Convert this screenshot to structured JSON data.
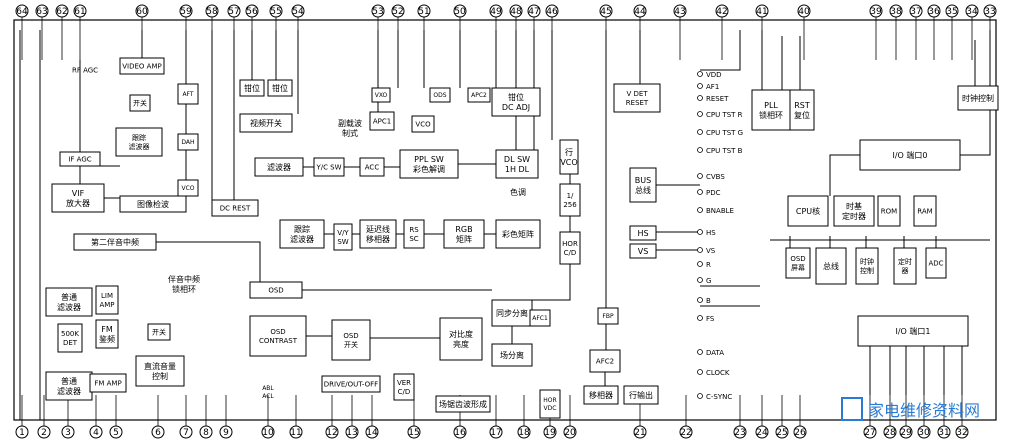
{
  "pins_top": [
    "64",
    "63",
    "62",
    "61",
    "60",
    "59",
    "58",
    "57",
    "56",
    "55",
    "54",
    "53",
    "52",
    "51",
    "50",
    "49",
    "48",
    "47",
    "46",
    "45",
    "44",
    "43",
    "42",
    "41",
    "40",
    "39",
    "38",
    "37",
    "36",
    "35",
    "34",
    "33"
  ],
  "pins_bottom": [
    "1",
    "2",
    "3",
    "4",
    "5",
    "6",
    "7",
    "8",
    "9",
    "10",
    "11",
    "12",
    "13",
    "14",
    "15",
    "16",
    "17",
    "18",
    "19",
    "20",
    "21",
    "22",
    "23",
    "24",
    "25",
    "26",
    "27",
    "28",
    "29",
    "30",
    "31",
    "32"
  ],
  "blocks": {
    "rf_agc": "RF AGC",
    "video_amp": "VIDEO AMP",
    "switch_top": "开关",
    "tracking_filter_top": [
      "跟踪",
      "滤波器"
    ],
    "aft_block": "AFT",
    "dah": "DAH",
    "vco_left": "VCO",
    "if_agc": "IF AGC",
    "vif_amp": [
      "VIF",
      "放大器"
    ],
    "image_detect": "图像检波",
    "dc_rest": "DC REST",
    "second_sound_if": "第二伴音中频",
    "clamp1": "钳位",
    "clamp2": "钳位",
    "video_switch": "视频开关",
    "vxo": "VXO",
    "ods": "ODS",
    "apc2": "APC2",
    "apc1": "APC1",
    "subcarrier_mode": [
      "副载波",
      "制式"
    ],
    "vco_mid": "VCO",
    "clamp_dc_adj": [
      "钳位",
      "DC ADJ"
    ],
    "filter_mid": "滤波器",
    "yc_sw": "Y/C SW",
    "acc": "ACC",
    "ppl_sw": [
      "PPL SW",
      "彩色解调"
    ],
    "dl_sw": [
      "DL SW",
      "1H DL"
    ],
    "h_vco": [
      "行",
      "VCO"
    ],
    "div_256": [
      "1/",
      "256"
    ],
    "hue": "色调",
    "tracking_filter_mid": [
      "跟踪",
      "滤波器"
    ],
    "vy_sw": [
      "V/Y",
      "SW"
    ],
    "delay_phase": [
      "延迟线",
      "移相器"
    ],
    "rs_sc": [
      "RS",
      "SC"
    ],
    "rgb_matrix": [
      "RGB",
      "矩阵"
    ],
    "color_matrix": "彩色矩阵",
    "hdr_cd": [
      "HOR",
      "C/D"
    ],
    "sound_if_pll": [
      "伴音中频",
      "锁相环"
    ],
    "filter_a": [
      "普通",
      "滤波器"
    ],
    "lim_amp": [
      "LIM",
      "AMP"
    ],
    "fm_detect": [
      "FM",
      "鉴频"
    ],
    "det_500k": [
      "500K",
      "DET"
    ],
    "filter_b": [
      "普通",
      "滤波器"
    ],
    "fm_amp": "FM AMP",
    "switch_bottom": "开关",
    "dc_volume": [
      "直流音量",
      "控制"
    ],
    "abl_acl": [
      "ABL",
      "ACL"
    ],
    "osd_top": "OSD",
    "osd_contrast": [
      "OSD",
      "CONTRAST"
    ],
    "osd_switch": [
      "OSD",
      "开关"
    ],
    "contrast_brightness": [
      "对比度",
      "亮度"
    ],
    "drive_out_off": "DRIVE/OUT-OFF",
    "sync_sep": "同步分离",
    "field_sep": "场分离",
    "afc1": "AFC1",
    "fbp": "FBP",
    "afc2": "AFC2",
    "ver_cd": [
      "VER",
      "C/D"
    ],
    "sawtooth": "场锯齿波形成",
    "hdr_vdc": [
      "HOR",
      "VDC"
    ],
    "phase_shifter": "移相器",
    "h_output": "行输出",
    "v_det_reset": [
      "V DET",
      "RESET"
    ],
    "bus_line": [
      "BUS",
      "总线"
    ],
    "hs_block": "HS",
    "vs_block": "VS",
    "pll_osc": [
      "PLL",
      "锁相环"
    ],
    "rst_reset": [
      "RST",
      "复位"
    ],
    "io_port0": "I/O 端口0",
    "cpu_core": "CPU核",
    "timebase": [
      "时基",
      "定时器"
    ],
    "rom": "ROM",
    "ram": "RAM",
    "osd_screen": [
      "OSD",
      "屏幕"
    ],
    "bus_main": "总线",
    "clock_ctrl": [
      "时钟",
      "控制"
    ],
    "timer": [
      "定时",
      "器"
    ],
    "adc": "ADC",
    "io_port1": "I/O 端口1",
    "clock_ctrl_top": "时钟控制"
  },
  "signals": {
    "vdd": "VDD",
    "af1": "AF1",
    "reset": "RESET",
    "cpu_tst_r": "CPU TST R",
    "cpu_tst_g": "CPU TST G",
    "cpu_tst_b": "CPU TST B",
    "cvbs": "CVBS",
    "pdc": "PDC",
    "bnable": "BNABLE",
    "hs": "HS",
    "vs": "VS",
    "r": "R",
    "g": "G",
    "b": "B",
    "fs": "FS",
    "data": "DATA",
    "clock": "CLOCK",
    "c_sync": "C-SYNC"
  },
  "watermark": "家电维修资料网"
}
